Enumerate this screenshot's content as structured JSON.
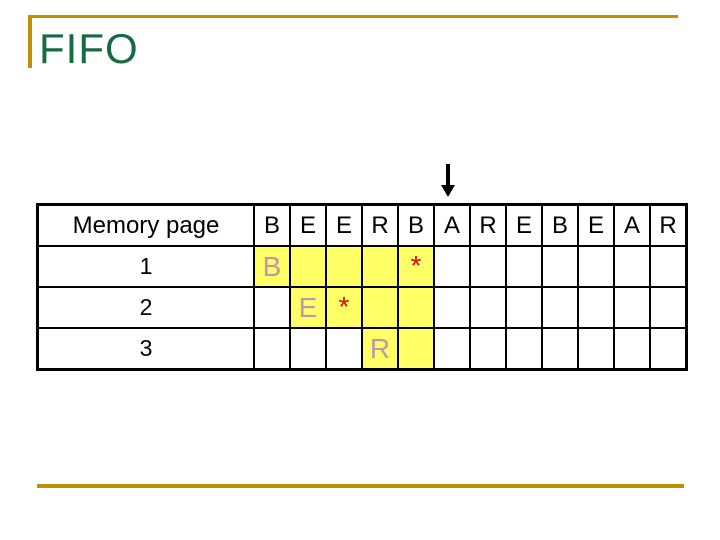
{
  "slide": {
    "title": "FIFO",
    "colors": {
      "accent_gold": "#BF9000",
      "title_green": "#186A42",
      "highlight_yellow": "#FFFF66",
      "page_letter_plum": "#C493AE",
      "fault_star_red": "#E8000B",
      "table_border_black": "#000000"
    },
    "arrow": {
      "icon": "down-arrow",
      "points_to_reference_column": 6
    }
  },
  "table": {
    "corner_label": "Memory page",
    "reference_string": [
      "B",
      "E",
      "E",
      "R",
      "B",
      "A",
      "R",
      "E",
      "B",
      "E",
      "A",
      "R"
    ],
    "rows": [
      {
        "label": "1",
        "cells": [
          "B",
          "",
          "",
          "",
          "*",
          "",
          "",
          "",
          "",
          "",
          "",
          ""
        ],
        "highlight": [
          true,
          true,
          true,
          true,
          true,
          false,
          false,
          false,
          false,
          false,
          false,
          false
        ]
      },
      {
        "label": "2",
        "cells": [
          "",
          "E",
          "*",
          "",
          "",
          "",
          "",
          "",
          "",
          "",
          "",
          ""
        ],
        "highlight": [
          false,
          true,
          true,
          true,
          true,
          false,
          false,
          false,
          false,
          false,
          false,
          false
        ]
      },
      {
        "label": "3",
        "cells": [
          "",
          "",
          "",
          "R",
          "",
          "",
          "",
          "",
          "",
          "",
          "",
          ""
        ],
        "highlight": [
          false,
          false,
          false,
          true,
          true,
          false,
          false,
          false,
          false,
          false,
          false,
          false
        ]
      }
    ]
  }
}
